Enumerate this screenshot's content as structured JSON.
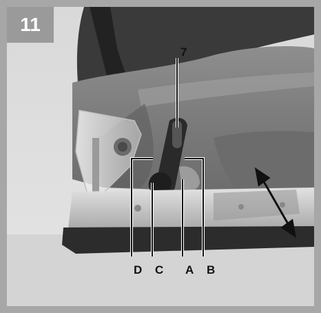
{
  "figure": {
    "number": "11",
    "callouts": {
      "seven": "7",
      "d": "D",
      "c": "C",
      "a": "A",
      "b": "B"
    }
  }
}
